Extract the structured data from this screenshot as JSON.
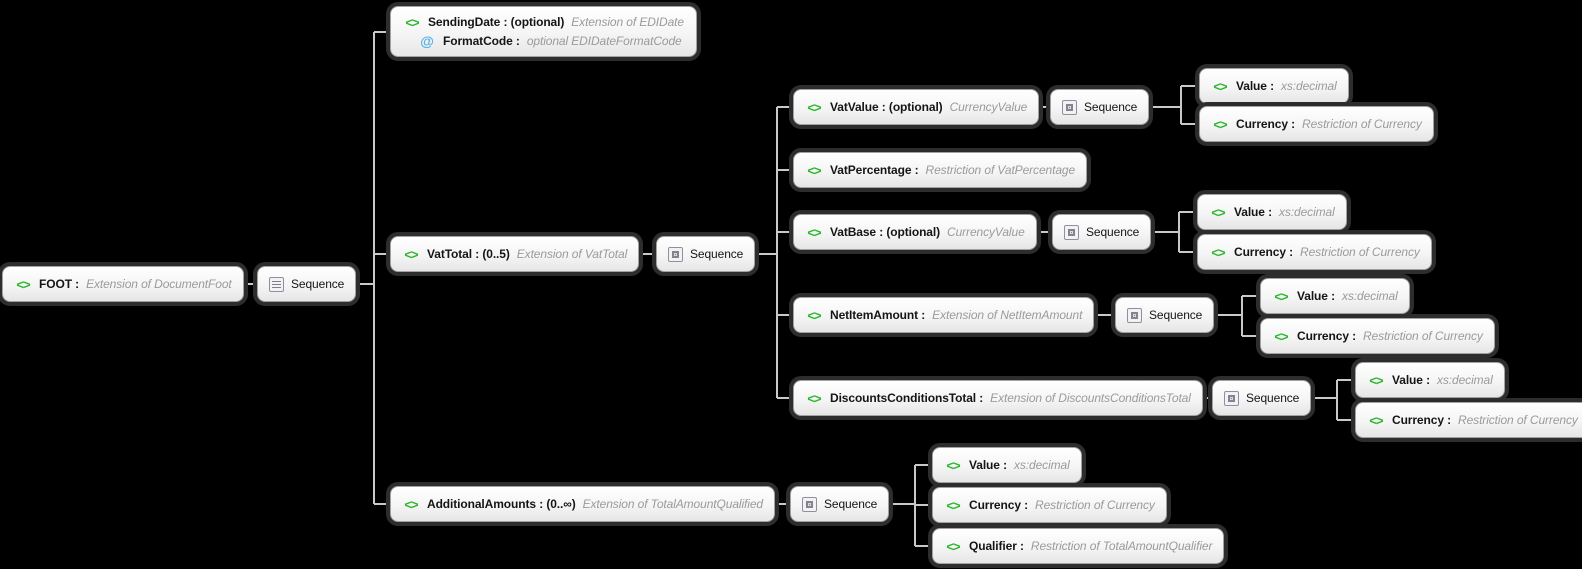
{
  "colors": {
    "background": "#000000",
    "element_icon_green": "#2db52d",
    "attribute_icon_blue": "#4fb3ea",
    "connector_line": "#c9c9c9",
    "type_annotation_gray": "#9a9a9a"
  },
  "icons": {
    "element": "<>",
    "attribute": "@",
    "sequence": "sequence-box"
  },
  "sequence_label": "Sequence",
  "nodes": {
    "foot": {
      "name": "FOOT :",
      "type": "Extension of DocumentFoot"
    },
    "sending_date": {
      "name": "SendingDate : (optional)",
      "type": "Extension of EDIDate"
    },
    "format_code": {
      "name": "FormatCode :",
      "type": "optional EDIDateFormatCode"
    },
    "vat_total": {
      "name": "VatTotal : (0..5)",
      "type": "Extension of VatTotal"
    },
    "vat_value": {
      "name": "VatValue : (optional)",
      "type": "CurrencyValue"
    },
    "vat_value_value": {
      "name": "Value :",
      "type": "xs:decimal"
    },
    "vat_value_currency": {
      "name": "Currency :",
      "type": "Restriction of Currency"
    },
    "vat_percentage": {
      "name": "VatPercentage :",
      "type": "Restriction of VatPercentage"
    },
    "vat_base": {
      "name": "VatBase : (optional)",
      "type": "CurrencyValue"
    },
    "vat_base_value": {
      "name": "Value :",
      "type": "xs:decimal"
    },
    "vat_base_currency": {
      "name": "Currency :",
      "type": "Restriction of Currency"
    },
    "net_item_amount": {
      "name": "NetItemAmount :",
      "type": "Extension of NetItemAmount"
    },
    "net_item_value": {
      "name": "Value :",
      "type": "xs:decimal"
    },
    "net_item_currency": {
      "name": "Currency :",
      "type": "Restriction of Currency"
    },
    "discounts_conditions_total": {
      "name": "DiscountsConditionsTotal :",
      "type": "Extension of DiscountsConditionsTotal"
    },
    "discounts_value": {
      "name": "Value :",
      "type": "xs:decimal"
    },
    "discounts_currency": {
      "name": "Currency :",
      "type": "Restriction of Currency"
    },
    "additional_amounts": {
      "name": "AdditionalAmounts : (0..∞)",
      "type": "Extension of TotalAmountQualified"
    },
    "additional_value": {
      "name": "Value :",
      "type": "xs:decimal"
    },
    "additional_currency": {
      "name": "Currency :",
      "type": "Restriction of Currency"
    },
    "additional_qualifier": {
      "name": "Qualifier :",
      "type": "Restriction of TotalAmountQualifier"
    }
  }
}
